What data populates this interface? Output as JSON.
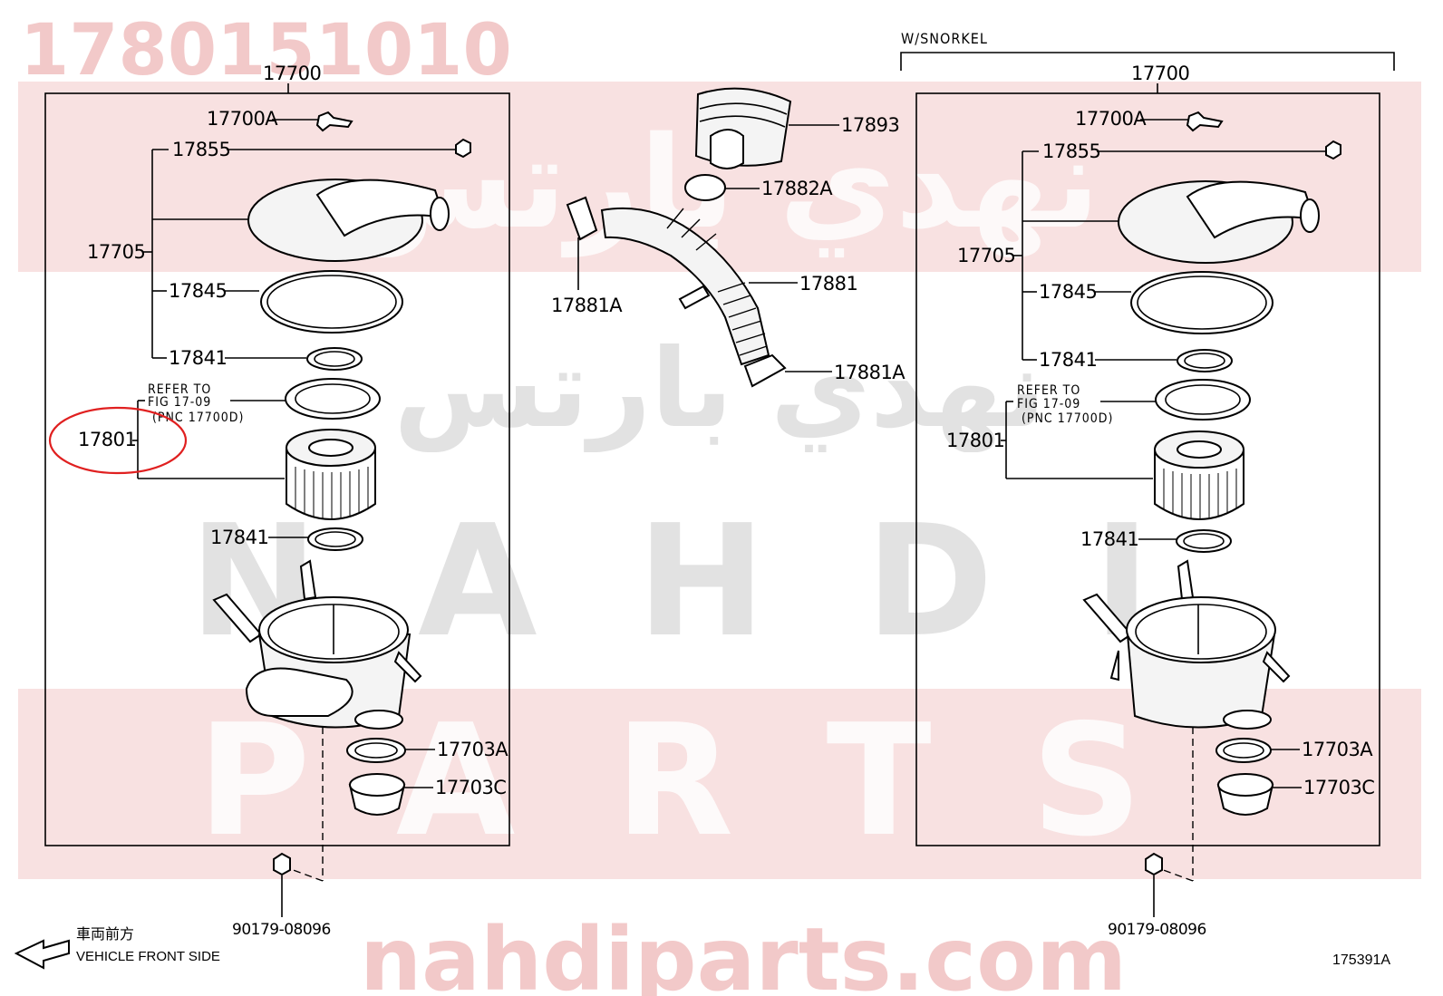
{
  "watermark": {
    "part_number": "1780151010",
    "arabic": "نهدي بارتس",
    "brand_top": "NAHDI",
    "brand_mid": "PARTS",
    "url": "nahdiparts.com"
  },
  "diagram": {
    "variant_label": "W/SNORKEL",
    "figure_code": "175391A",
    "direction_label_jp": "車両前方",
    "direction_label_en": "VEHICLE FRONT SIDE",
    "refer_note": {
      "line1": "REFER TO",
      "line2": "FIG 17-09",
      "line3": "(PNC 17700D)"
    },
    "left_panel": {
      "assembly": "17700",
      "parts": {
        "p17700A": "17700A",
        "p17855": "17855",
        "p17705": "17705",
        "p17845": "17845",
        "p17841_top": "17841",
        "p17801": "17801",
        "p17841_bottom": "17841",
        "p17703A": "17703A",
        "p17703C": "17703C",
        "nut": "90179-08096"
      }
    },
    "right_panel": {
      "assembly": "17700",
      "parts": {
        "p17700A": "17700A",
        "p17855": "17855",
        "p17705": "17705",
        "p17845": "17845",
        "p17841_top": "17841",
        "p17801": "17801",
        "p17841_bottom": "17841",
        "p17703A": "17703A",
        "p17703C": "17703C",
        "nut": "90179-08096"
      }
    },
    "center": {
      "p17893": "17893",
      "p17882A": "17882A",
      "p17881A_left": "17881A",
      "p17881": "17881",
      "p17881A_right": "17881A"
    }
  },
  "colors": {
    "highlight": "#e02020",
    "line": "#000000",
    "watermark_band": "#f3c9c9"
  }
}
